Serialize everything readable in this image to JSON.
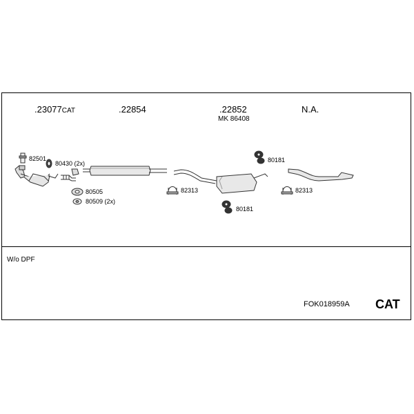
{
  "headers": {
    "part1_main": ".23077",
    "part1_suffix": "CAT",
    "part2": ".22854",
    "part3": ".22852",
    "part3_sub": "MK  86408",
    "part4": "N.A."
  },
  "labels": {
    "clamp_82501": "82501",
    "gasket_80430": "80430 (2x)",
    "gasket_80505": "80505",
    "bolt_80509": "80509 (2x)",
    "clamp_82313_a": "82313",
    "hanger_80181_a": "80181",
    "hanger_80181_b": "80181",
    "clamp_82313_b": "82313"
  },
  "footer": {
    "note": "W/o DPF",
    "kit_code": "FOK018959A",
    "category": "CAT"
  }
}
